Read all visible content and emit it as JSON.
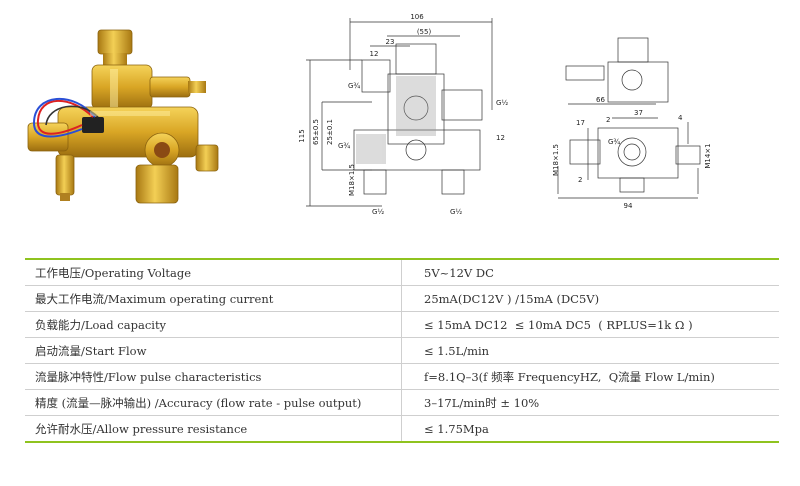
{
  "drawing_front": {
    "dims": {
      "width_overall": "106",
      "width_inner": "(55)",
      "top_23": "23",
      "top_12": "12",
      "height_115": "115",
      "height_65": "65±0.5",
      "height_25": "25±0.1",
      "left_g34": "G¾",
      "right_g12": "G½",
      "right_12": "12",
      "lower_g34": "G¾",
      "lower_m": "M18×1.5",
      "bottom_g1": "G½",
      "bottom_g2": "G½"
    }
  },
  "drawing_side": {
    "dims": {
      "d66": "66",
      "d37": "37",
      "d17": "17",
      "d4": "4",
      "d2a": "2",
      "d2b": "2",
      "d94": "94",
      "left_m": "M18×1.5",
      "left_g": "G¾",
      "right_m": "M14×1"
    }
  },
  "specs": {
    "rows": [
      {
        "param": "工作电压/Operating Voltage",
        "value": "5V~12V DC"
      },
      {
        "param": "最大工作电流/Maximum operating current",
        "value": "25mA(DC12V ) /15mA (DC5V)"
      },
      {
        "param": "负载能力/Load capacity",
        "value": "≤ 15mA DC12  ≤ 10mA DC5  ( RPLUS=1k Ω )"
      },
      {
        "param": "启动流量/Start Flow",
        "value": "≤ 1.5L/min"
      },
      {
        "param": "流量脉冲特性/Flow pulse characteristics",
        "value": "f=8.1Q–3(f 频率 FrequencyHZ,  Q流量 Flow L/min)"
      },
      {
        "param": "精度 (流量—脉冲输出) /Accuracy (flow rate - pulse output)",
        "value": "3–17L/min时 ± 10%"
      },
      {
        "param": "允许耐水压/Allow pressure resistance",
        "value": "≤ 1.75Mpa"
      }
    ]
  },
  "colors": {
    "accent_green": "#8fc31f",
    "brass": "#d9a625",
    "brass_dark": "#a87812",
    "rule_gray": "#cfcfcf"
  }
}
